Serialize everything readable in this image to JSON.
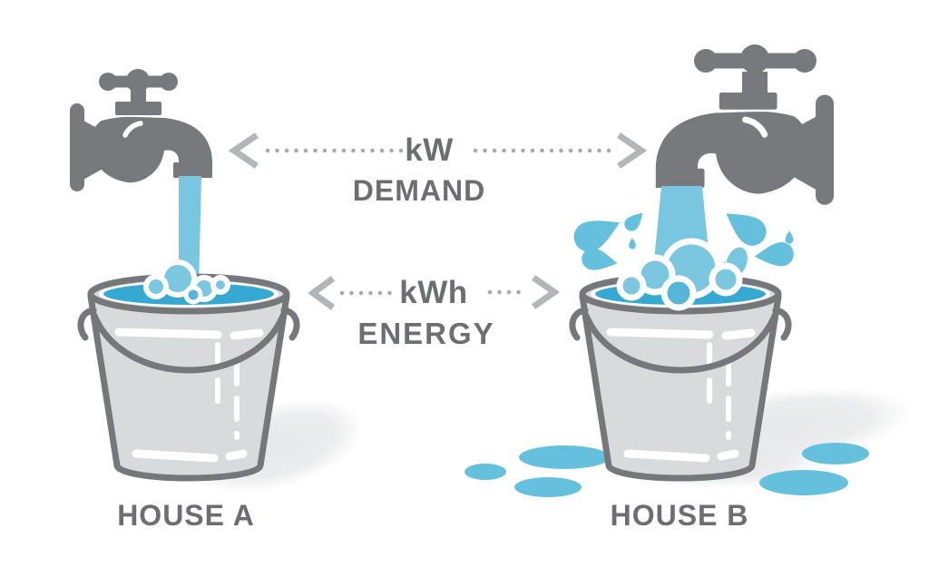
{
  "diagram": {
    "demand": {
      "unit": "kW",
      "word": "DEMAND"
    },
    "energy": {
      "unit": "kWh",
      "word": "ENERGY"
    },
    "house_a": {
      "label": "HOUSE A"
    },
    "house_b": {
      "label": "HOUSE B"
    }
  },
  "colors": {
    "background": "#ffffff",
    "text_gray": "#6d6e71",
    "faucet_gray": "#77797c",
    "outline_gray": "#75777a",
    "bucket_gray": "#d9dadb",
    "stream_blue": "#78c6e0",
    "splash_blue": "#65c0dd",
    "bubble_light": "#7cc7e0",
    "bubble_dark": "#55b6d8",
    "water_surface": "#35a9d1",
    "arrow_dot": "#a7a9ac",
    "arrow_chevron": "#b3b5b8",
    "shadow_gray": "#e7e8e9"
  }
}
